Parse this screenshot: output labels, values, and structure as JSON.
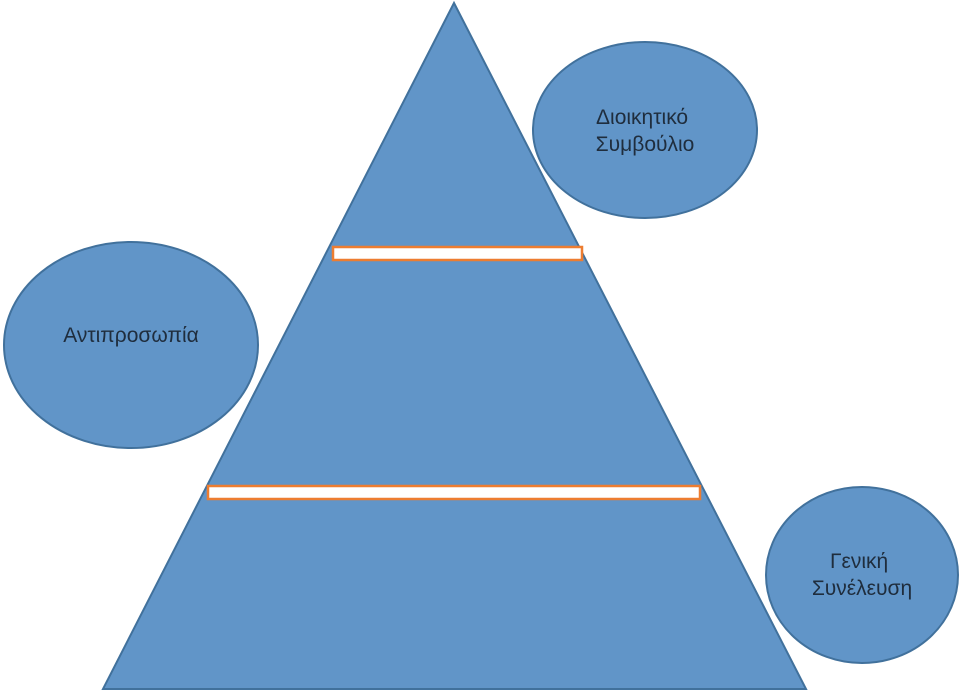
{
  "colors": {
    "shape_fill": "#6195C8",
    "shape_stroke": "#41719C",
    "divider_fill": "#FFFFFF",
    "divider_stroke": "#ED7D31",
    "label_text": "#1F2D3D"
  },
  "labels": {
    "board": [
      "Διοικητικό",
      "Συμβούλιο"
    ],
    "delegation": [
      "Αντιπροσωπία"
    ],
    "general_assembly": [
      "Γενική",
      "Συνέλευση"
    ]
  }
}
